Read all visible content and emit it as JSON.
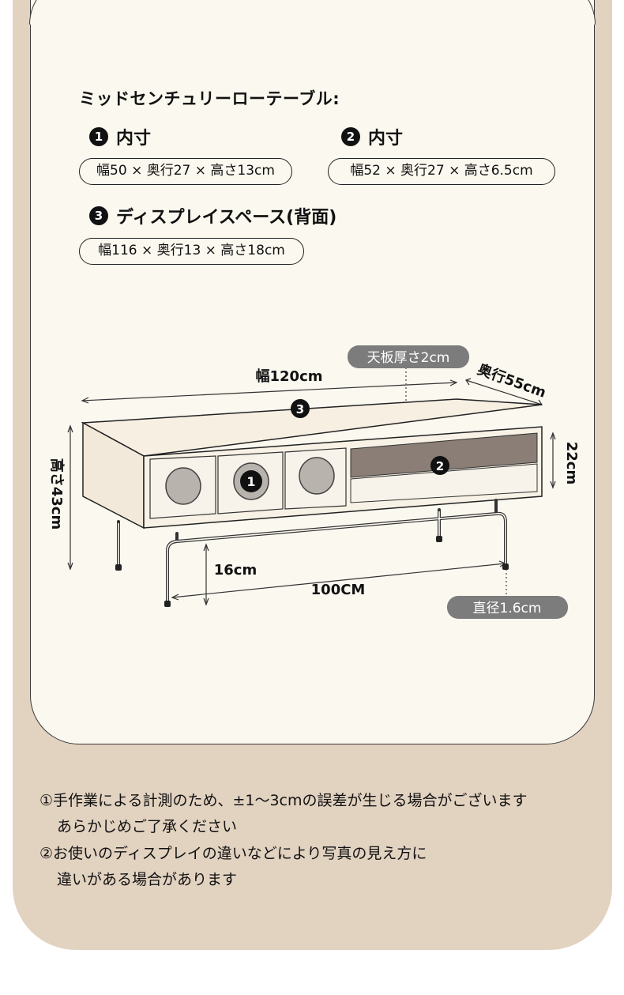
{
  "title": "ミッドセンチュリーローテーブル:",
  "sections": [
    {
      "num": "1",
      "heading": "内寸",
      "size": "幅50 × 奥行27 × 高さ13cm"
    },
    {
      "num": "2",
      "heading": "内寸",
      "size": "幅52 × 奥行27 × 高さ6.5cm"
    },
    {
      "num": "3",
      "heading": "ディスプレイスペース(背面)",
      "size": "幅116 × 奥行13 × 高さ18cm"
    }
  ],
  "diagram": {
    "top_thickness": "天板厚さ2cm",
    "width": "幅120cm",
    "depth": "奥行55cm",
    "height": "高さ43cm",
    "drawer_height": "22cm",
    "leg_clearance": "16cm",
    "leg_span": "100CM",
    "leg_diameter": "直径1.6cm",
    "marker_1": "1",
    "marker_2": "2",
    "marker_3": "3"
  },
  "notes": {
    "line1": "①手作業による計測のため、±1〜3cmの誤差が生じる場合がございます",
    "line2": "あらかじめご了承ください",
    "line3": "②お使いのディスプレイの違いなどにより写真の見え方に",
    "line4": "違いがある場合があります"
  },
  "colors": {
    "panel": "#e2d2c0",
    "card": "#fbf8ef",
    "label_bg": "#7c7c7c",
    "drawer_dark": "#8a7e76"
  }
}
